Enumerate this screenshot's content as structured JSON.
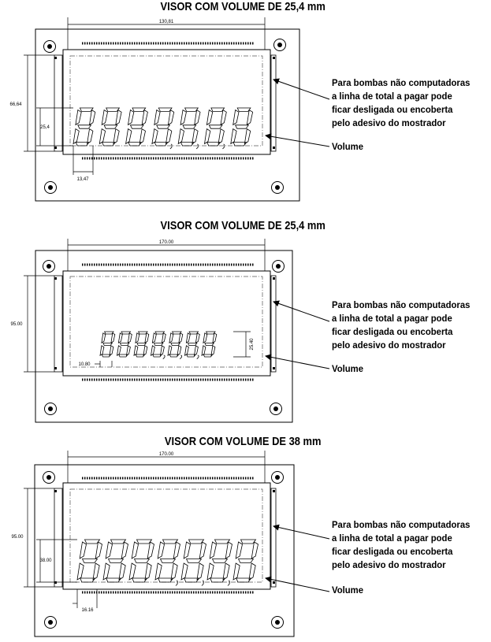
{
  "panels": [
    {
      "title": "VISOR COM VOLUME DE 25,4 mm",
      "dims": {
        "width": "130,81",
        "height": "66,64",
        "digit_height": "25,4",
        "digit_pitch": "13,47"
      },
      "note_lines": [
        "Para bombas não computadoras",
        "a linha de total a pagar pode",
        "ficar desligada ou encoberta",
        "pelo adesivo do mostrador"
      ],
      "volume_label": "Volume"
    },
    {
      "title": "VISOR COM VOLUME DE 25,4 mm",
      "dims": {
        "width": "170.00",
        "height": "95.00",
        "digit_height": "25.40",
        "digit_pitch": "10.80"
      },
      "note_lines": [
        "Para bombas não computadoras",
        "a linha de total a pagar pode",
        "ficar desligada ou encoberta",
        "pelo adesivo do mostrador"
      ],
      "volume_label": "Volume"
    },
    {
      "title": "VISOR COM VOLUME DE 38 mm",
      "dims": {
        "width": "170.00",
        "height": "95.00",
        "digit_height": "38.00",
        "digit_pitch": "16.16"
      },
      "note_lines": [
        "Para bombas não computadoras",
        "a linha de total a pagar pode",
        "ficar desligada ou encoberta",
        "pelo adesivo do mostrador"
      ],
      "volume_label": "Volume"
    }
  ]
}
